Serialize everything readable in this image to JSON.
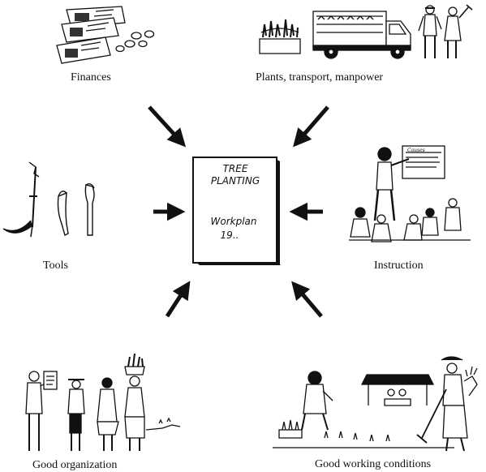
{
  "center": {
    "book_title_line1": "TREE",
    "book_title_line2": "PLANTING",
    "book_subtitle_line1": "Workplan",
    "book_subtitle_line2": "19.."
  },
  "labels": {
    "finances": "Finances",
    "plants_transport_manpower": "Plants, transport, manpower",
    "tools": "Tools",
    "instruction": "Instruction",
    "good_organization": "Good organization",
    "good_working_conditions": "Good working conditions"
  },
  "colors": {
    "ink": "#111111",
    "paper": "#ffffff"
  }
}
